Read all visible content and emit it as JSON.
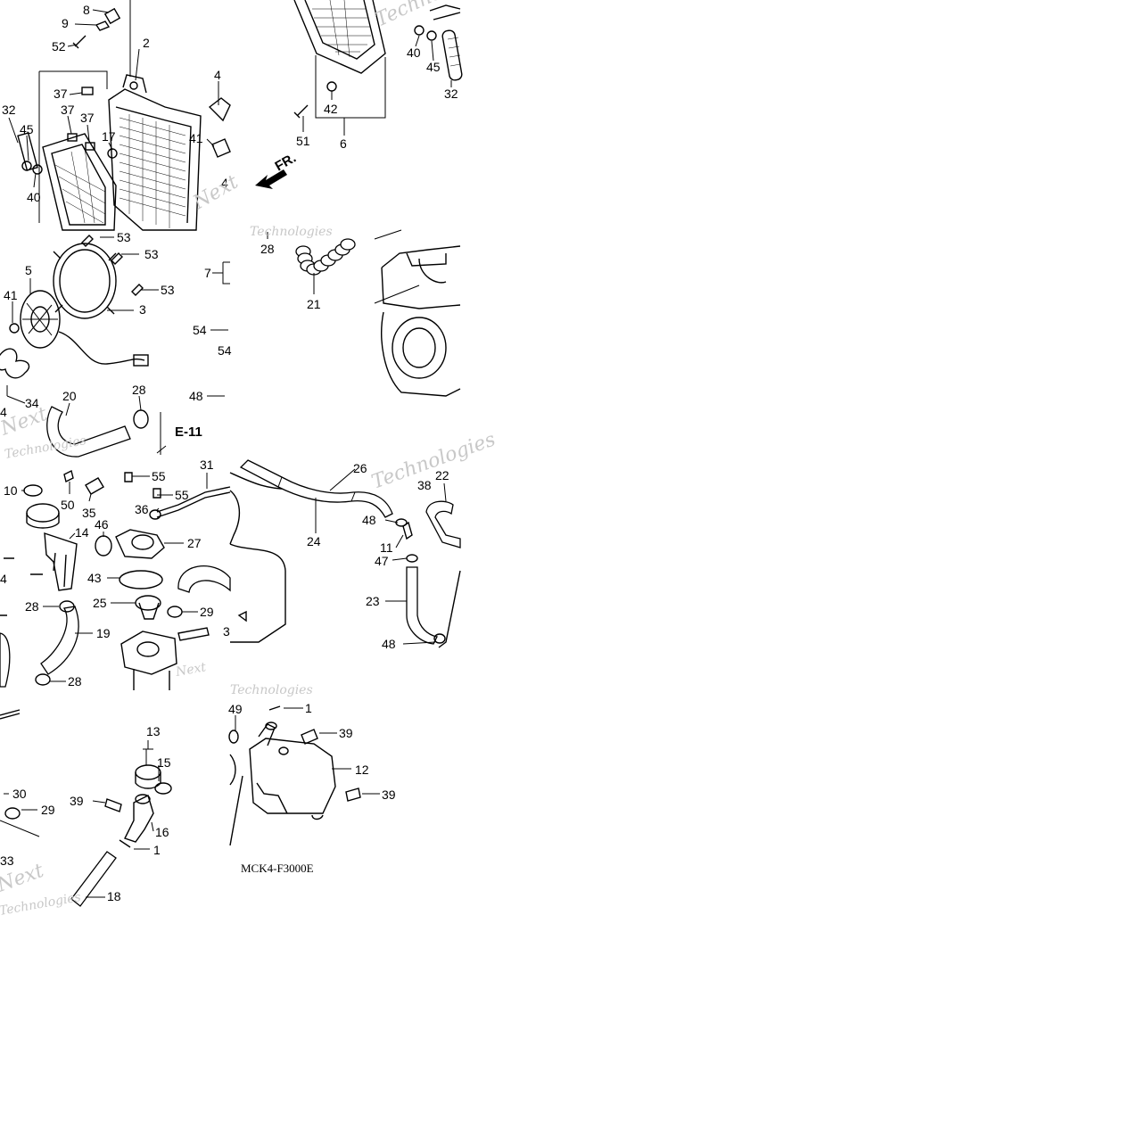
{
  "diagram": {
    "code": "MCK4-F3000E",
    "front_marker": "FR.",
    "ref_box": "E-11",
    "watermark_main": "Next",
    "watermark_sub": "Technologies",
    "callouts": {
      "t1_8": "8",
      "t1_9": "9",
      "t1_52": "52",
      "t1_2": "2",
      "t1_4": "4",
      "t1_37a": "37",
      "t1_37b": "37",
      "t1_37c": "37",
      "t1_32": "32",
      "t1_45": "45",
      "t1_40": "40",
      "t1_17": "17",
      "t1_41": "41",
      "t1_4b": "4",
      "t2_40": "40",
      "t2_45": "45",
      "t2_32": "32",
      "t2_42": "42",
      "t2_51": "51",
      "t2_6": "6",
      "t3_53a": "53",
      "t3_53b": "53",
      "t3_53c": "53",
      "t3_5": "5",
      "t3_3": "3",
      "t3_41": "41",
      "t3_34": "34",
      "t3_4": "4",
      "t3_20": "20",
      "t3_28": "28",
      "t3_7": "7",
      "t3_54a": "54",
      "t3_54b": "54",
      "t3_48": "48",
      "t4_28": "28",
      "t4_21": "21",
      "t5_10": "10",
      "t5_50": "50",
      "t5_35": "35",
      "t5_55a": "55",
      "t5_55b": "55",
      "t5_31": "31",
      "t5_36": "36",
      "t5_46": "46",
      "t5_14": "14",
      "t5_27": "27",
      "t5_43": "43",
      "t5_4": "4",
      "t5_25": "25",
      "t5_28a": "28",
      "t5_29": "29",
      "t5_19": "19",
      "t5_3": "3",
      "t5_28b": "28",
      "t6_26": "26",
      "t6_22": "22",
      "t6_38": "38",
      "t6_48a": "48",
      "t6_24": "24",
      "t6_11": "11",
      "t6_47": "47",
      "t6_23": "23",
      "t6_48b": "48",
      "t7_13": "13",
      "t7_15": "15",
      "t7_30": "30",
      "t7_29": "29",
      "t7_39": "39",
      "t7_16": "16",
      "t7_1": "1",
      "t7_33": "33",
      "t7_18": "18",
      "t8_49": "49",
      "t8_1": "1",
      "t8_39a": "39",
      "t8_12": "12",
      "t8_39b": "39"
    }
  }
}
